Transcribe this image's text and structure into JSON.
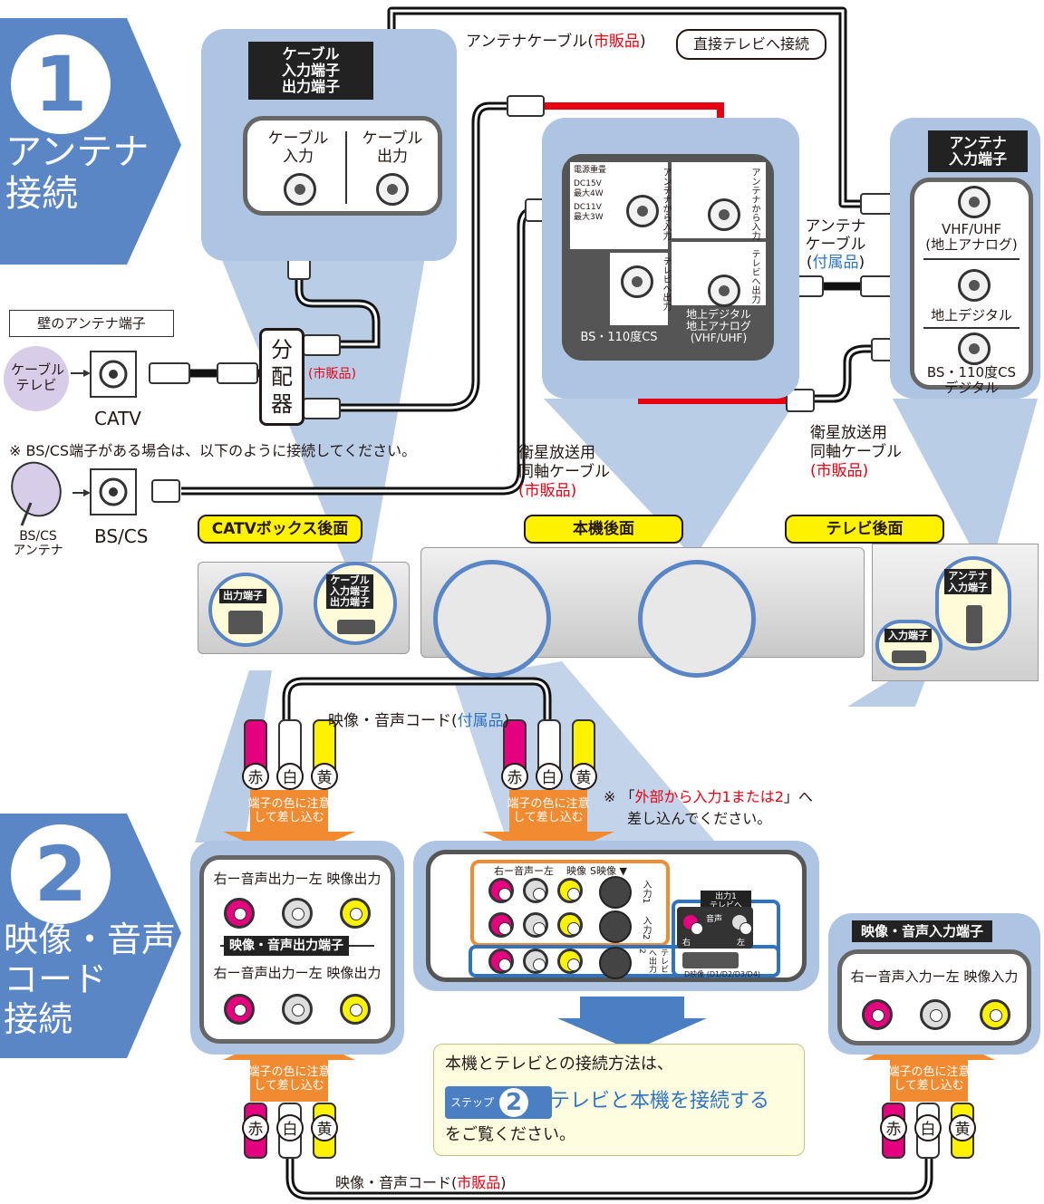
{
  "step1": {
    "number": "1",
    "title_l1": "アンテナ",
    "title_l2": "接続"
  },
  "step2": {
    "number": "2",
    "title_l1": "映像・音声",
    "title_l2": "コード",
    "title_l3": "接続"
  },
  "cable_box_ports": {
    "header_l1": "ケーブル",
    "header_l2": "入力端子",
    "header_l3": "出力端子",
    "in_l1": "ケーブル",
    "in_l2": "入力",
    "out_l1": "ケーブル",
    "out_l2": "出力"
  },
  "antenna_cable_label": "アンテナケーブル(",
  "shihanhin": "市販品",
  "paren_close": ")",
  "direct_tv": "直接テレビへ接続",
  "recorder_panel": {
    "power_l1": "電源重畳",
    "power_l2": "DC15V",
    "power_l3": "最大4W",
    "power_l4": "DC11V",
    "power_l5": "最大3W",
    "antenna_from_in": "アンテナから入力",
    "tv_out": "テレビへ出力",
    "bs_label": "BS・110度CS",
    "terr_l1": "地上デジタル",
    "terr_l2": "地上アナログ",
    "terr_l3": "(VHF/UHF)"
  },
  "tv_antenna": {
    "header_l1": "アンテナ",
    "header_l2": "入力端子",
    "vhf_l1": "VHF/UHF",
    "vhf_l2": "(地上アナログ)",
    "terr": "地上デジタル",
    "bs_l1": "BS・110度CS",
    "bs_l2": "デジタル"
  },
  "antenna_cable2": {
    "l1": "アンテナ",
    "l2": "ケーブル",
    "l3_pre": "(",
    "l3": "付属品",
    "l3_post": ")"
  },
  "wall_antenna": "壁のアンテナ端子",
  "cable_tv_l1": "ケーブル",
  "cable_tv_l2": "テレビ",
  "catv": "CATV",
  "splitter": {
    "l1": "分",
    "l2": "配",
    "l3": "器"
  },
  "splitter_note": "(市販品)",
  "bs_note": "※  BS/CS端子がある場合は、以下のように接続してください。",
  "bs_cs": "BS/CS",
  "bs_antenna_l1": "BS/CS",
  "bs_antenna_l2": "アンテナ",
  "sat_cable_left": {
    "l1": "衛星放送用",
    "l2": "同軸ケーブル",
    "l3": "(市販品)"
  },
  "sat_cable_right": {
    "l1": "衛星放送用",
    "l2": "同軸ケーブル",
    "l3": "(市販品)"
  },
  "callouts": {
    "catv_back": "CATVボックス後面",
    "recorder_back": "本機後面",
    "tv_back": "テレビ後面"
  },
  "catv_box": {
    "out_port": "出力端子",
    "cable_l1": "ケーブル",
    "cable_l2": "入力端子",
    "cable_l3": "出力端子"
  },
  "tv_input_port": "入力端子",
  "tv_antenna_small_l1": "アンテナ",
  "tv_antenna_small_l2": "入力端子",
  "av_cord_top": {
    "pre": "映像・音声コード(",
    "mid": "付属品",
    "post": ")"
  },
  "av_cord_bottom": {
    "pre": "映像・音声コード(",
    "mid": "市販品",
    "post": ")"
  },
  "colors_jp": {
    "red": "赤",
    "white": "白",
    "yellow": "黄"
  },
  "insert_note_l1": "端子の色に注意",
  "insert_note_l2": "して差し込む",
  "ext_note": {
    "mark": "※",
    "q1": "「",
    "red": "外部から入力1または2",
    "q2": "」へ",
    "l2": "差し込んでください。"
  },
  "catv_av": {
    "top_label": "右ー音声出力ー左 映像出力",
    "mid_header": "映像・音声出力端子",
    "bot_label": "右ー音声出力ー左 映像出力"
  },
  "rec_av": {
    "col_labels": "右ー音声ー左",
    "video": "映像",
    "svideo": "S映像 ▼",
    "in1": "入力1",
    "in2": "入力2",
    "out1_l1": "出力1",
    "out1_l2": "テレビへ",
    "audio": "音声",
    "right": "右",
    "left": "左",
    "out2": "テレビへ出力2",
    "dvideo": "D映像 (D1/D2/D3/D4)"
  },
  "tv_av": {
    "header": "映像・音声入力端子",
    "label": "右ー音声入力ー左 映像入力"
  },
  "info_box": {
    "l1": "本機とテレビとの接続方法は、",
    "step_word": "ステップ",
    "step_num": "2",
    "link": "テレビと本機を接続する",
    "l3": "をご覧ください。"
  },
  "palette": {
    "step_blue": "#5b86c5",
    "panel_blue": "#aec4e3",
    "red_arrow": "#e60012",
    "orange": "#f18b32",
    "callout_yellow": "#fff200"
  }
}
